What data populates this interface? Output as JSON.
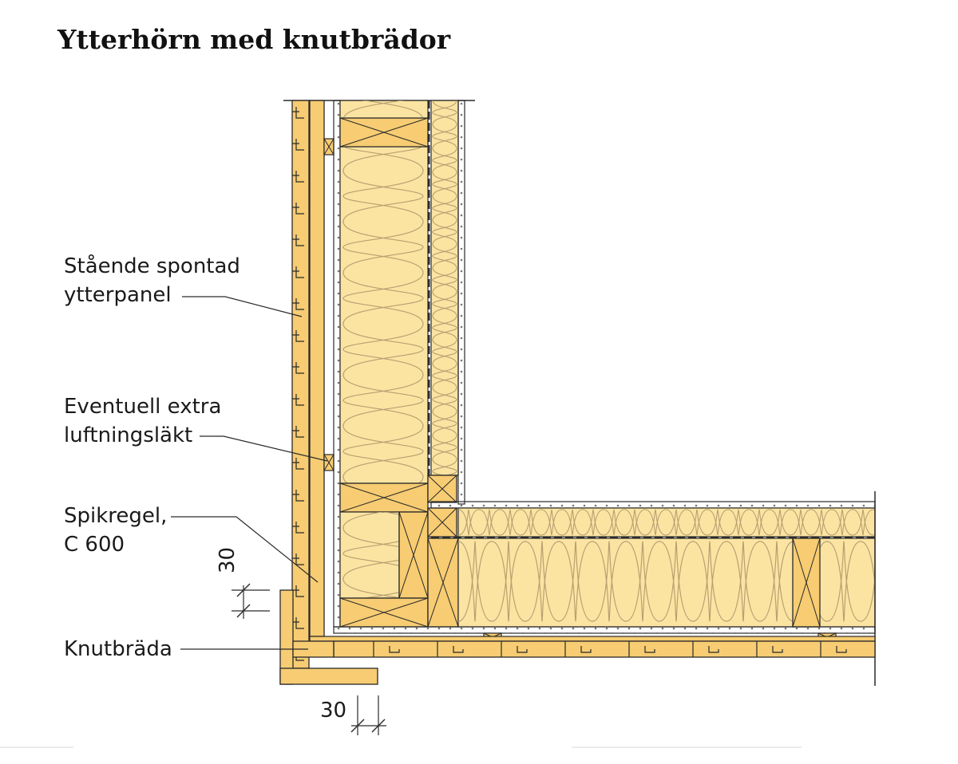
{
  "title": "Ytterhörn med knutbrädor",
  "labels": {
    "panel": [
      "Stående spontad",
      "ytterpanel"
    ],
    "vent": [
      "Eventuell extra",
      "luftningsläkt"
    ],
    "spik": [
      "Spikregel,",
      "C 600"
    ],
    "knut": [
      "Knutbräda"
    ]
  },
  "dimensions": {
    "vertical": "30",
    "horizontal": "30"
  },
  "colors": {
    "wood": "#f7cc72",
    "wood_dark": "#efb94f",
    "insulation": "#fbe4a2",
    "insulation_line": "#b7a070",
    "board": "#f3f3f3",
    "line": "#2a2a2a"
  }
}
